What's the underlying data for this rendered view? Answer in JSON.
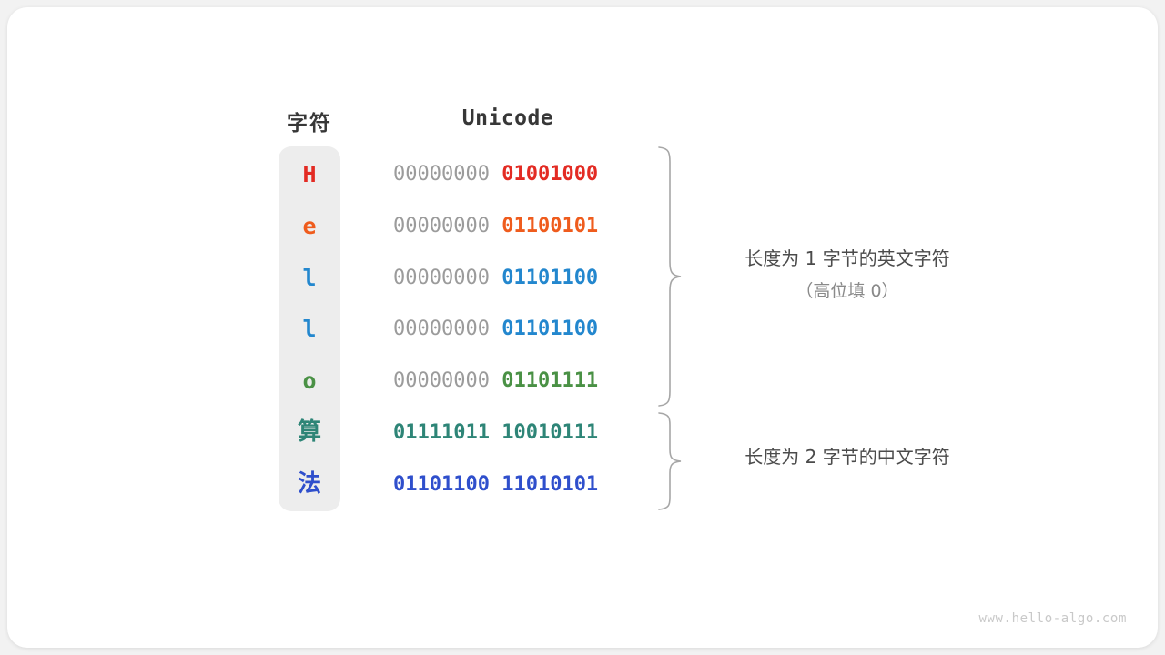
{
  "card": {
    "background_color": "#ffffff",
    "page_background_color": "#f2f2f2"
  },
  "headers": {
    "char_column": "字符",
    "unicode_column": "Unicode"
  },
  "palette": {
    "red": "#e32b23",
    "orange": "#ef5c1d",
    "blue_light": "#2387ce",
    "green": "#4a9145",
    "teal": "#2e8577",
    "blue_deep": "#2f4fcc",
    "gray_high_bits": "#9b9b9b",
    "column_background": "#ededed",
    "brace": "#a6a6a6",
    "annotation": "#4b4b4b",
    "annotation_sub": "#8a8a8a",
    "watermark": "#c9c9c9"
  },
  "rows": [
    {
      "char": "H",
      "color": "#e32b23",
      "cjk": false,
      "high_byte": "00000000",
      "low_byte": "01001000",
      "high_is_padding": true
    },
    {
      "char": "e",
      "color": "#ef5c1d",
      "cjk": false,
      "high_byte": "00000000",
      "low_byte": "01100101",
      "high_is_padding": true
    },
    {
      "char": "l",
      "color": "#2387ce",
      "cjk": false,
      "high_byte": "00000000",
      "low_byte": "01101100",
      "high_is_padding": true
    },
    {
      "char": "l",
      "color": "#2387ce",
      "cjk": false,
      "high_byte": "00000000",
      "low_byte": "01101100",
      "high_is_padding": true
    },
    {
      "char": "o",
      "color": "#4a9145",
      "cjk": false,
      "high_byte": "00000000",
      "low_byte": "01101111",
      "high_is_padding": true
    },
    {
      "char": "算",
      "color": "#2e8577",
      "cjk": true,
      "high_byte": "01111011",
      "low_byte": "10010111",
      "high_is_padding": false
    },
    {
      "char": "法",
      "color": "#2f4fcc",
      "cjk": true,
      "high_byte": "01101100",
      "low_byte": "11010101",
      "high_is_padding": false
    }
  ],
  "annotations": [
    {
      "id": "one-byte-group",
      "line1": "长度为 1 字节的英文字符",
      "line2": "（高位填 0）",
      "covers_rows": [
        0,
        1,
        2,
        3,
        4
      ]
    },
    {
      "id": "two-byte-group",
      "line1": "长度为 2 字节的中文字符",
      "line2": "",
      "covers_rows": [
        5,
        6
      ]
    }
  ],
  "watermark": "www.hello-algo.com"
}
